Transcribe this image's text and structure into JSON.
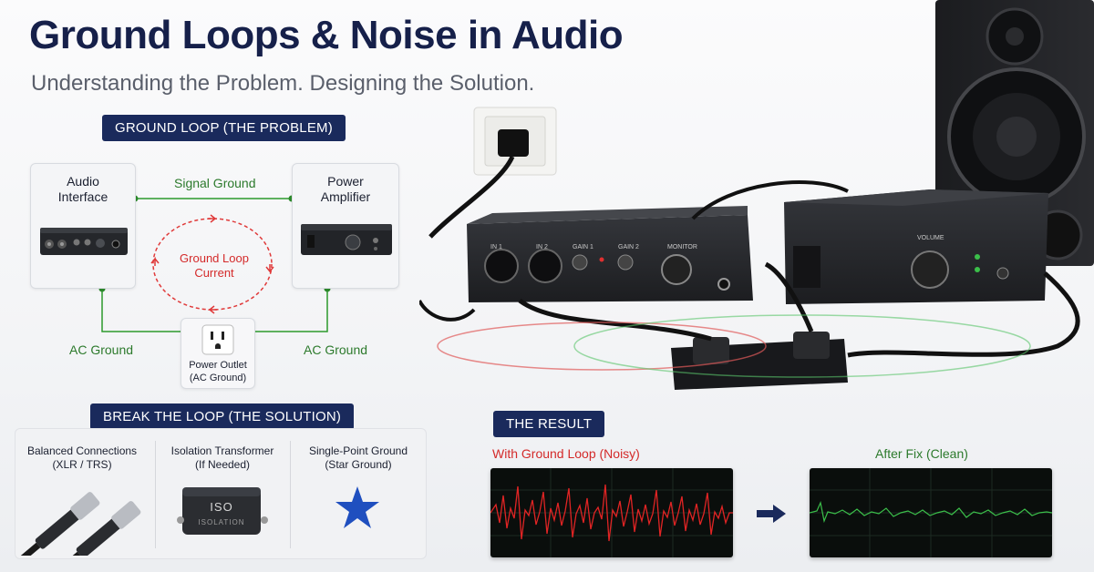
{
  "header": {
    "title": "Ground Loops & Noise in Audio",
    "subtitle": "Understanding the Problem. Designing the Solution."
  },
  "problem": {
    "heading": "GROUND LOOP (THE PROBLEM)",
    "left_device": "Audio\nInterface",
    "right_device": "Power\nAmplifier",
    "signal_ground": "Signal Ground",
    "loop_current": "Ground Loop\nCurrent",
    "ac_ground_left": "AC Ground",
    "ac_ground_right": "AC Ground",
    "outlet": "Power Outlet\n(AC Ground)"
  },
  "solution": {
    "heading": "BREAK THE LOOP (THE SOLUTION)",
    "items": [
      {
        "label": "Balanced Connections\n(XLR / TRS)",
        "icon": "xlr-cable-icon"
      },
      {
        "label": "Isolation Transformer\n(If Needed)",
        "icon": "isolation-transformer-icon",
        "device_text": "ISO",
        "device_subtext": "ISOLATION"
      },
      {
        "label": "Single-Point Ground\n(Star Ground)",
        "icon": "star-icon"
      }
    ]
  },
  "result": {
    "heading": "THE RESULT",
    "noisy_label": "With Ground Loop (Noisy)",
    "clean_label": "After Fix (Clean)"
  },
  "photo": {
    "interface_labels": [
      "IN 1",
      "IN 2",
      "GAIN 1",
      "GAIN 2",
      "MONITOR"
    ],
    "amp_label": "VOLUME"
  },
  "colors": {
    "navy": "#1a2a5c",
    "signal_green": "#2c7a2c",
    "loop_red": "#d42a2a",
    "noisy_wave": "#e02424",
    "clean_wave": "#3bbf4a",
    "star_blue": "#1f4fbf"
  }
}
